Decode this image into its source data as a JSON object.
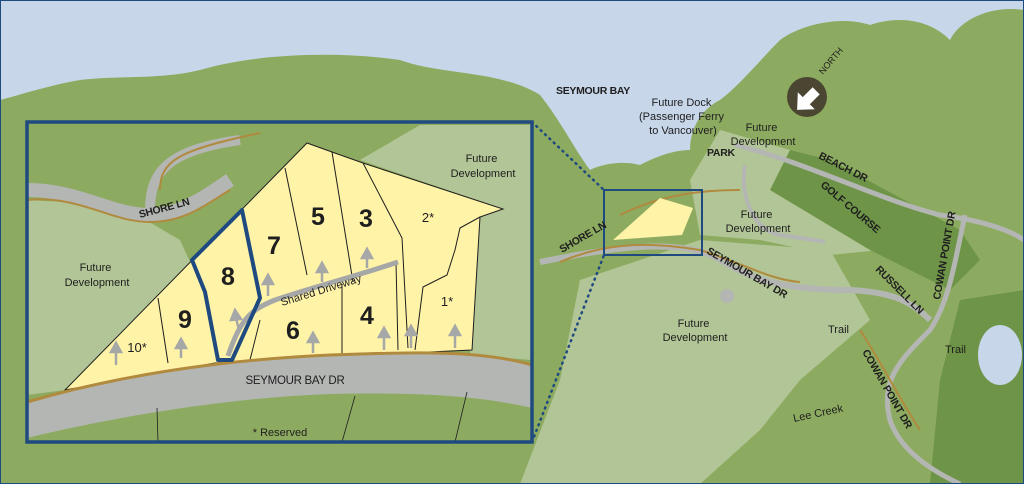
{
  "colors": {
    "water": "#c7d6e9",
    "land": "#8dab60",
    "land_light": "#b2c596",
    "land_dark": "#6e9447",
    "lots": "#fff3a8",
    "road": "#b4b6b4",
    "trail": "#b08a3e",
    "frame": "#1f4a80"
  },
  "overview": {
    "bay": "SEYMOUR BAY",
    "dock": [
      "Future Dock",
      "(Passenger Ferry",
      "to Vancouver)"
    ],
    "park": "PARK",
    "future_dev_1": [
      "Future",
      "Development"
    ],
    "future_dev_2": [
      "Future",
      "Development"
    ],
    "future_dev_3": [
      "Future",
      "Development"
    ],
    "beach_dr": "BEACH DR",
    "golf": "GOLF COURSE",
    "shore_ln": "SHORE LN",
    "seymour_bay_dr": "SEYMOUR BAY DR",
    "russell_ln": "RUSSELL LN",
    "cowan_point_dr_1": "COWAN POINT DR",
    "cowan_point_dr_2": "COWAN POINT DR",
    "trail_1": "Trail",
    "trail_2": "Trail",
    "lee_creek": "Lee Creek",
    "north": "NORTH"
  },
  "inset": {
    "shore_ln": "SHORE LN",
    "future_dev_left": [
      "Future",
      "Development"
    ],
    "future_dev_right": [
      "Future",
      "Development"
    ],
    "seymour_bay_dr": "SEYMOUR BAY DR",
    "shared_driveway": "Shared Driveway",
    "reserved_note": "* Reserved",
    "lots": [
      {
        "label": "1*",
        "reserved": true
      },
      {
        "label": "2*",
        "reserved": true
      },
      {
        "label": "3",
        "reserved": false
      },
      {
        "label": "4",
        "reserved": false
      },
      {
        "label": "5",
        "reserved": false
      },
      {
        "label": "6",
        "reserved": false
      },
      {
        "label": "7",
        "reserved": false
      },
      {
        "label": "8",
        "reserved": false,
        "highlighted": true
      },
      {
        "label": "9",
        "reserved": false
      },
      {
        "label": "10*",
        "reserved": true
      }
    ]
  }
}
